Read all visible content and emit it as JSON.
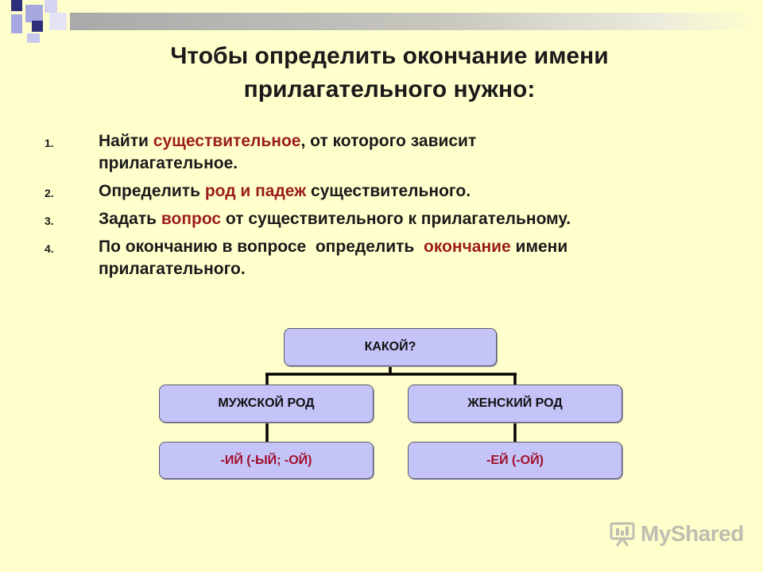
{
  "title": {
    "line1": "Чтобы определить окончание имени",
    "line2": "прилагательного нужно:"
  },
  "steps": [
    {
      "num": "1.",
      "parts": [
        {
          "t": "Найти ",
          "red": false
        },
        {
          "t": "существительное",
          "red": true
        },
        {
          "t": ", от которого зависит",
          "red": false
        },
        {
          "br": true
        },
        {
          "t": "прилагательное.",
          "red": false
        }
      ]
    },
    {
      "num": "2.",
      "parts": [
        {
          "t": "Определить ",
          "red": false
        },
        {
          "t": "род и падеж",
          "red": true
        },
        {
          "t": " существительного.",
          "red": false
        }
      ]
    },
    {
      "num": "3.",
      "parts": [
        {
          "t": "Задать ",
          "red": false
        },
        {
          "t": "вопрос",
          "red": true
        },
        {
          "t": " от существительного к прилагательному.",
          "red": false
        }
      ]
    },
    {
      "num": "4.",
      "parts": [
        {
          "t": "По окончанию в вопросе  определить  ",
          "red": false
        },
        {
          "t": "окончание",
          "red": true
        },
        {
          "t": " имени",
          "red": false
        },
        {
          "br": true
        },
        {
          "t": "прилагательного.",
          "red": false
        }
      ]
    }
  ],
  "diagram": {
    "root": "КАКОЙ?",
    "left": "МУЖСКОЙ РОД",
    "right": "ЖЕНСКИЙ РОД",
    "left_ending": "-ИЙ (-ЫЙ; -ОЙ)",
    "right_ending": "-ЕЙ (-ОЙ)"
  },
  "watermark": {
    "text": "MyShared",
    "icon": "presentation-board-icon"
  },
  "colors": {
    "background": "#ffffcc",
    "accent_red": "#9b1c1c",
    "box_fill": "#c4c4f8",
    "decor_navy": "#2e2e7a",
    "decor_lavender": "#a8a8e0"
  }
}
